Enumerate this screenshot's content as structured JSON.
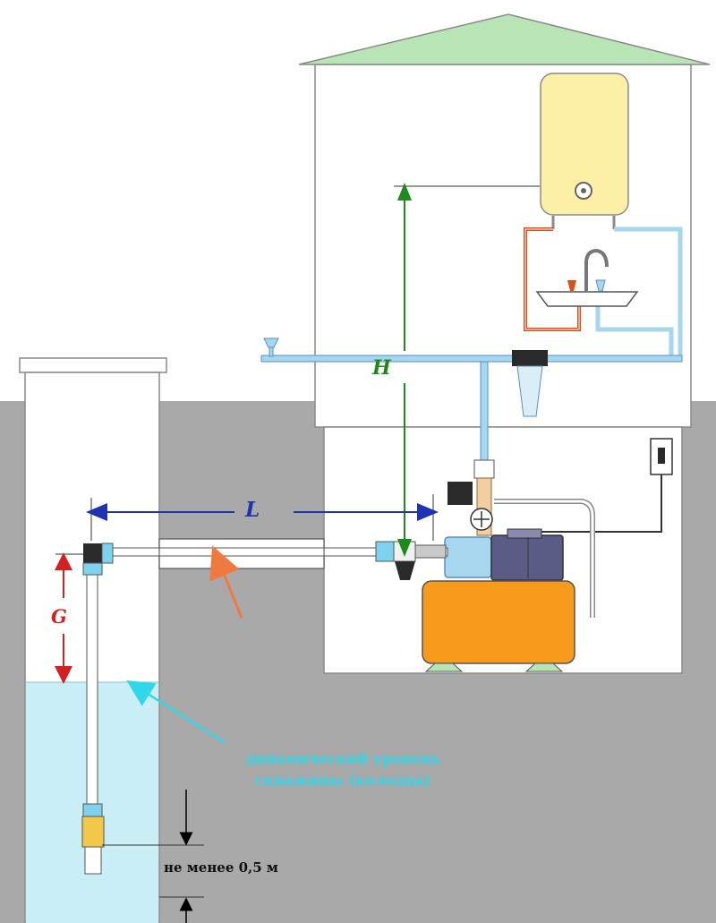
{
  "labels": {
    "height": "H",
    "length": "L",
    "gap": "G"
  },
  "captions": {
    "dynamic_level_line1": "динамический уровень",
    "dynamic_level_line2": "скважины (колодца)",
    "min_depth": "не менее 0,5 м"
  },
  "colors": {
    "ground": "#a9a9a9",
    "roof": "#b9e4b6",
    "water": "#c9eef5",
    "heater": "#fbf0a6",
    "tank": "#f89a1c",
    "pump_motor": "#5b5c86",
    "pipe": "#a6d7ef",
    "hot_pipe": "#d8501a",
    "arrow_height": "#1c8a1c",
    "arrow_length": "#1f33b0",
    "arrow_gap": "#d42020",
    "caption_level": "#2fd8e8",
    "pointer_orange": "#ee7a40"
  }
}
